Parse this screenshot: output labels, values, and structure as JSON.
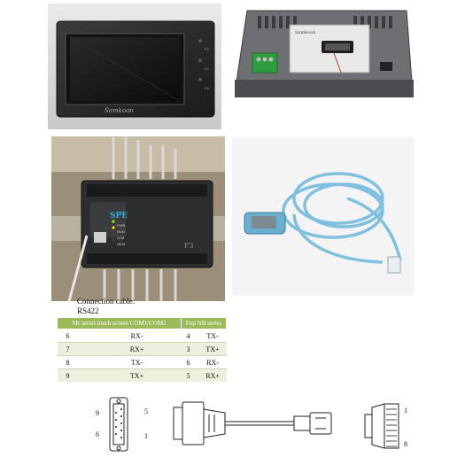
{
  "panels": {
    "hmi_front": {
      "brand": "Samkoon",
      "keys": [
        "F1",
        "F2",
        "F3"
      ]
    },
    "hmi_back": {
      "brand_sticker": "Samkoon"
    },
    "plc": {
      "brand": "SPE",
      "model": "F3",
      "leds": [
        "PWR",
        "RUN",
        "ALM",
        "MEM"
      ]
    }
  },
  "caption": {
    "line1": "Connection cable:",
    "line2": "RS422"
  },
  "table": {
    "header_left": "SK series touch screen COM1/COM2",
    "header_right": "Fuji NB series",
    "rows": [
      {
        "pin_a": "6",
        "sig_a": "RX-",
        "pin_b": "4",
        "sig_b": "TX-"
      },
      {
        "pin_a": "7",
        "sig_a": "RX+",
        "pin_b": "3",
        "sig_b": "TX+"
      },
      {
        "pin_a": "8",
        "sig_a": "TX-",
        "pin_b": "6",
        "sig_b": "RX-"
      },
      {
        "pin_a": "9",
        "sig_a": "TX+",
        "pin_b": "5",
        "sig_b": "RX+"
      }
    ]
  },
  "diagram": {
    "db9_labels": {
      "top_left": "9",
      "top_right": "5",
      "bottom_left": "6",
      "bottom_right": "1"
    },
    "rj45_labels": {
      "top": "1",
      "bottom": "8"
    }
  }
}
